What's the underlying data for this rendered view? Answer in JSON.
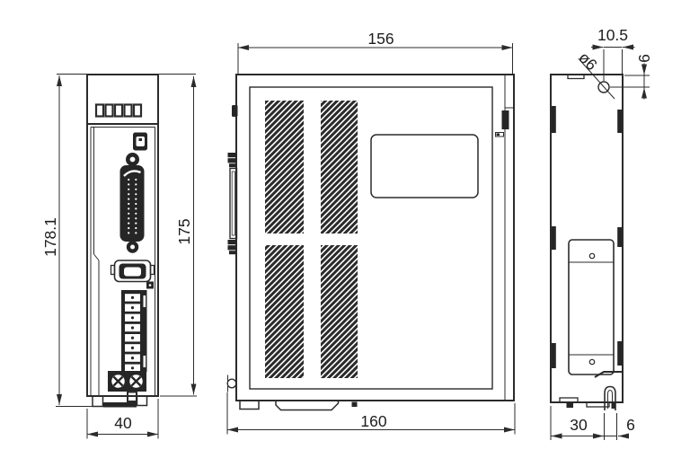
{
  "drawing": {
    "type": "mechanical-outline-drawing",
    "views": {
      "front": {
        "total_height": "178.1",
        "body_height": "175",
        "width": "40"
      },
      "side": {
        "top_width": "156",
        "bottom_width": "160"
      },
      "rear": {
        "hole_to_edge": "10.5",
        "hole_from_top": "6",
        "hole_diameter": "ø6",
        "rail_width": "30",
        "clip_width": "6"
      }
    },
    "colors": {
      "line": "#2b2b2b",
      "dark_fill": "#262626",
      "background": "#ffffff"
    }
  }
}
